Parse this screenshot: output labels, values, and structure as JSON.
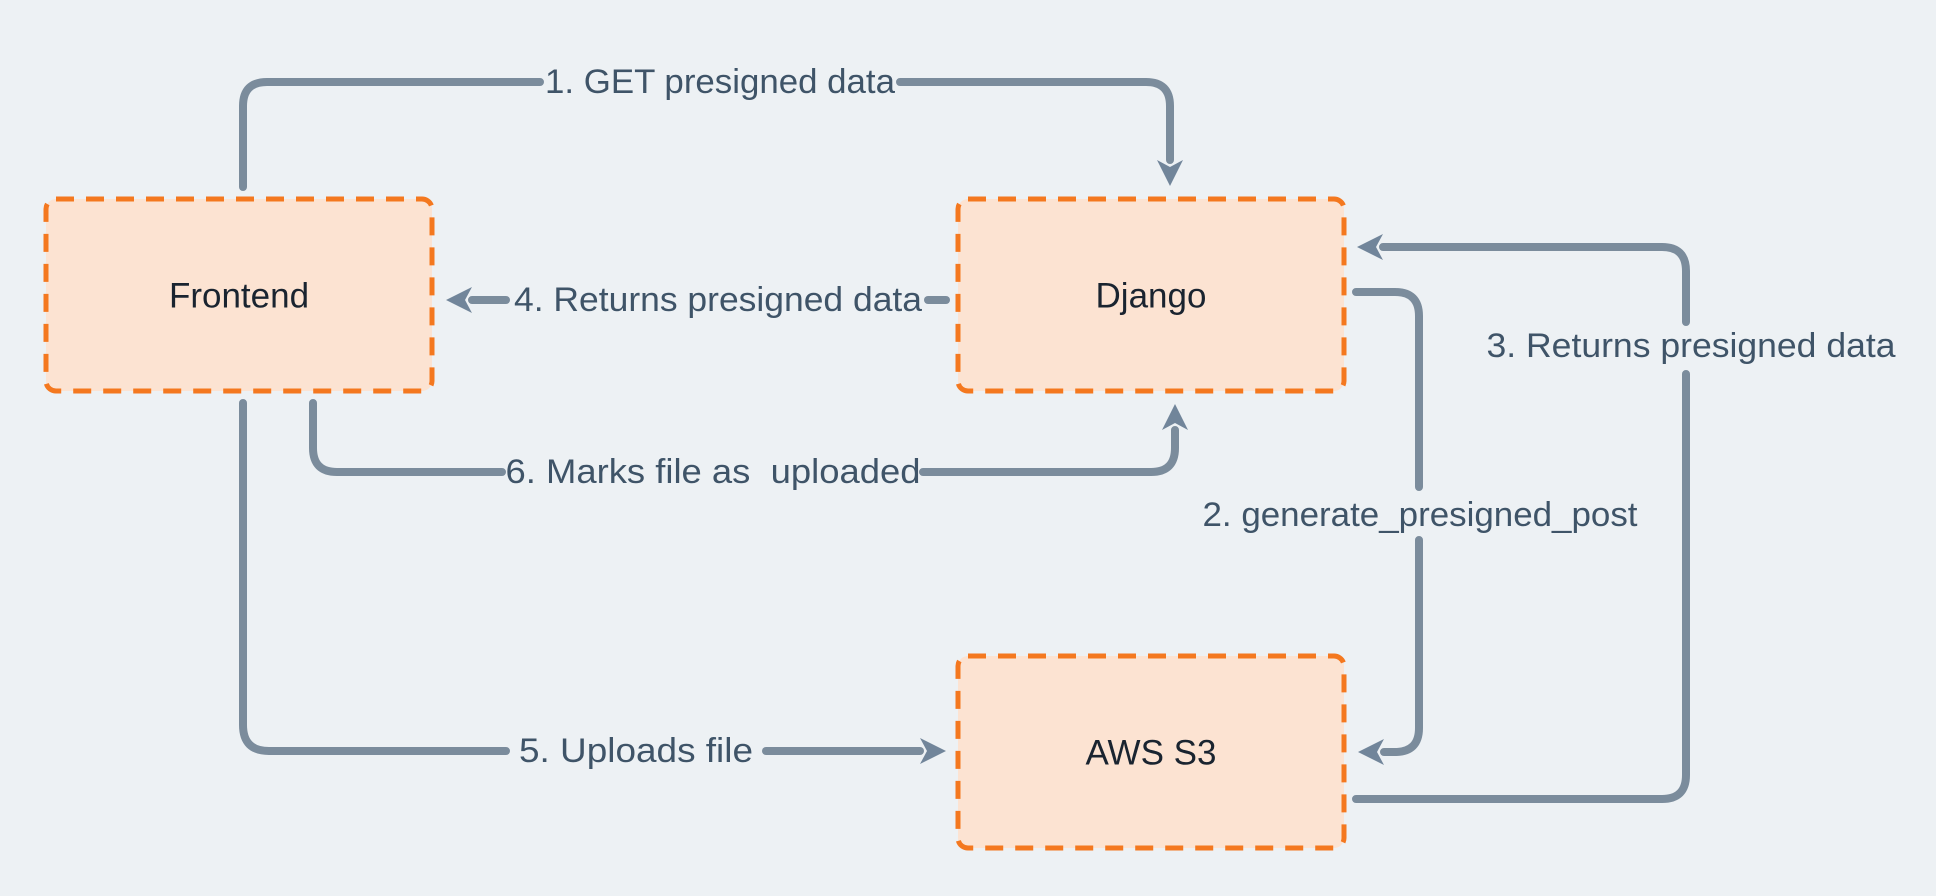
{
  "diagram": {
    "type": "flowchart",
    "nodes": {
      "frontend": {
        "label": "Frontend"
      },
      "django": {
        "label": "Django"
      },
      "aws_s3": {
        "label": "AWS S3"
      }
    },
    "edges": {
      "e1": {
        "label": "1. GET presigned data",
        "from": "frontend",
        "to": "django"
      },
      "e2": {
        "label": "2. generate_presigned_post",
        "from": "django",
        "to": "aws_s3"
      },
      "e3": {
        "label": "3. Returns presigned data",
        "from": "aws_s3",
        "to": "django"
      },
      "e4": {
        "label": "4. Returns presigned data",
        "from": "django",
        "to": "frontend"
      },
      "e5": {
        "label": "5. Uploads file",
        "from": "frontend",
        "to": "aws_s3"
      },
      "e6": {
        "label": "6. Marks file as  uploaded",
        "from": "frontend",
        "to": "django"
      }
    },
    "colors": {
      "background": "#edf1f4",
      "node_fill": "#fce3d2",
      "node_border": "#f4781f",
      "edge": "#7b8c9c",
      "arrowhead": "#71859a",
      "edge_label_text": "#3f5468",
      "node_label_text": "#1a2430"
    }
  }
}
